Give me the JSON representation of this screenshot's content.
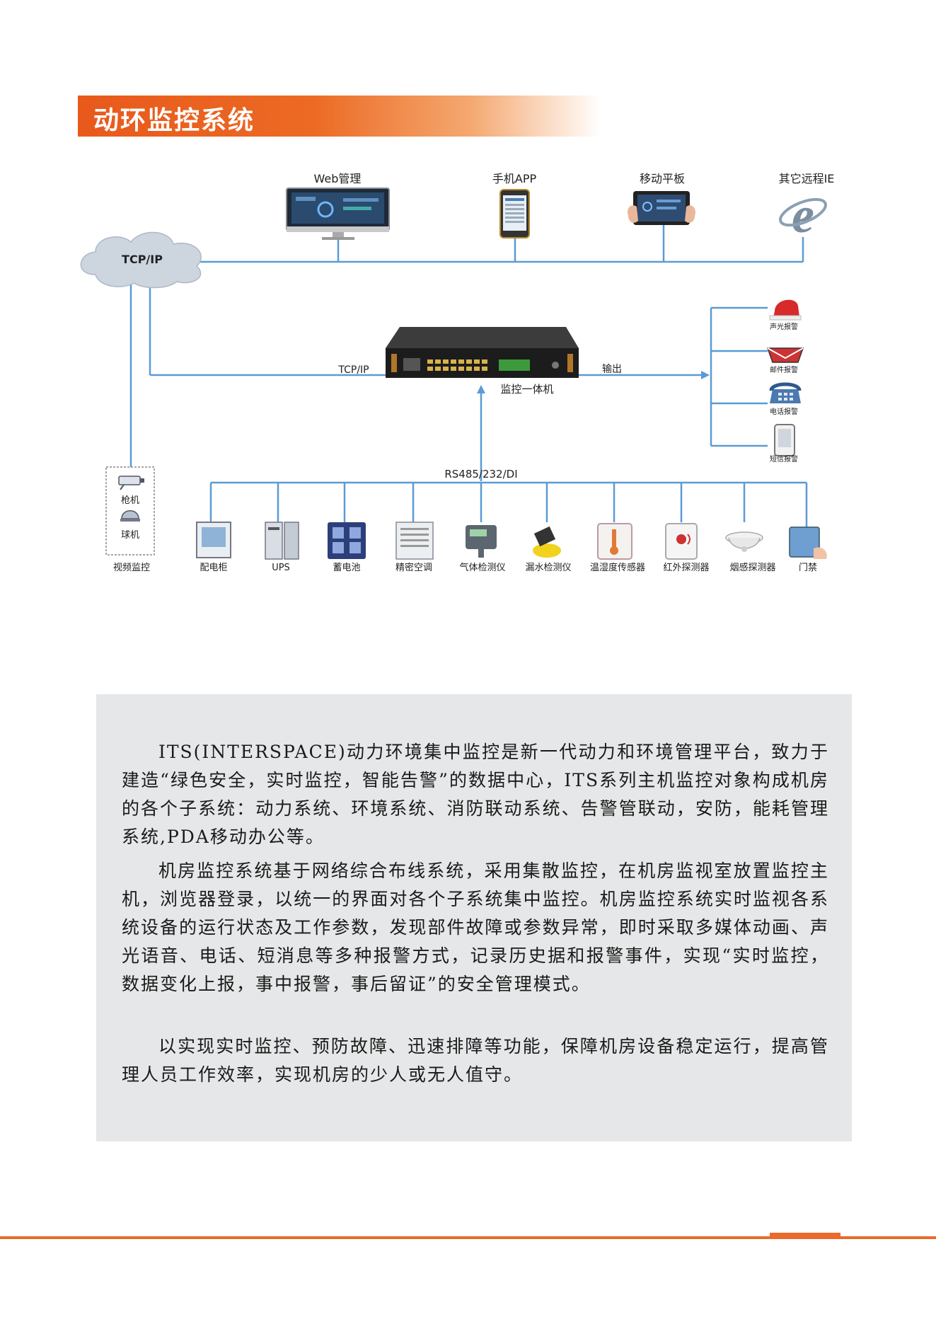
{
  "header": {
    "title": "动环监控系统"
  },
  "diagram": {
    "cloud_label": "TCP/IP",
    "clients": [
      {
        "label": "Web管理",
        "icon": "monitor-icon"
      },
      {
        "label": "手机APP",
        "icon": "phone-icon"
      },
      {
        "label": "移动平板",
        "icon": "tablet-icon"
      },
      {
        "label": "其它远程IE",
        "icon": "ie-icon"
      }
    ],
    "link_label": "TCP/IP",
    "device_label": "监控一体机",
    "output_label": "输出",
    "alarms": [
      {
        "label": "声光报警",
        "icon": "siren-icon"
      },
      {
        "label": "邮件报警",
        "icon": "mail-icon"
      },
      {
        "label": "电话报警",
        "icon": "telephone-icon"
      },
      {
        "label": "短信报警",
        "icon": "sms-icon"
      }
    ],
    "bus_label": "RS485/232/DI",
    "video": {
      "label": "视频监控",
      "items": [
        "枪机",
        "球机"
      ]
    },
    "sensors": [
      {
        "label": "配电柜",
        "icon": "distribution-cabinet-icon"
      },
      {
        "label": "UPS",
        "icon": "ups-icon"
      },
      {
        "label": "蓄电池",
        "icon": "battery-icon"
      },
      {
        "label": "精密空调",
        "icon": "air-conditioner-icon"
      },
      {
        "label": "气体检测仪",
        "icon": "gas-detector-icon"
      },
      {
        "label": "漏水检测仪",
        "icon": "water-leak-icon"
      },
      {
        "label": "温湿度传感器",
        "icon": "thermometer-icon"
      },
      {
        "label": "红外探测器",
        "icon": "infrared-icon"
      },
      {
        "label": "烟感探测器",
        "icon": "smoke-detector-icon"
      },
      {
        "label": "门禁",
        "icon": "access-control-icon"
      }
    ]
  },
  "body": {
    "paragraphs": [
      "ITS(INTERSPACE)动力环境集中监控是新一代动力和环境管理平台，致力于建造“绿色安全，实时监控，智能告警”的数据中心，ITS系列主机监控对象构成机房的各个子系统：动力系统、环境系统、消防联动系统、告警管联动，安防，能耗管理系统,PDA移动办公等。",
      "机房监控系统基于网络综合布线系统，采用集散监控，在机房监视室放置监控主机，浏览器登录，以统一的界面对各个子系统集中监控。机房监控系统实时监视各系统设备的运行状态及工作参数，发现部件故障或参数异常，即时采取多媒体动画、声光语音、电话、短消息等多种报警方式，记录历史据和报警事件，实现“实时监控，数据变化上报，事中报警，事后留证”的安全管理模式。",
      "以实现实时监控、预防故障、迅速排障等功能，保障机房设备稳定运行，提高管理人员工作效率，实现机房的少人或无人值守。"
    ]
  },
  "colors": {
    "accent": "#ea6a2b",
    "line": "#5b9bd5",
    "panel": "#e6e7e8"
  }
}
